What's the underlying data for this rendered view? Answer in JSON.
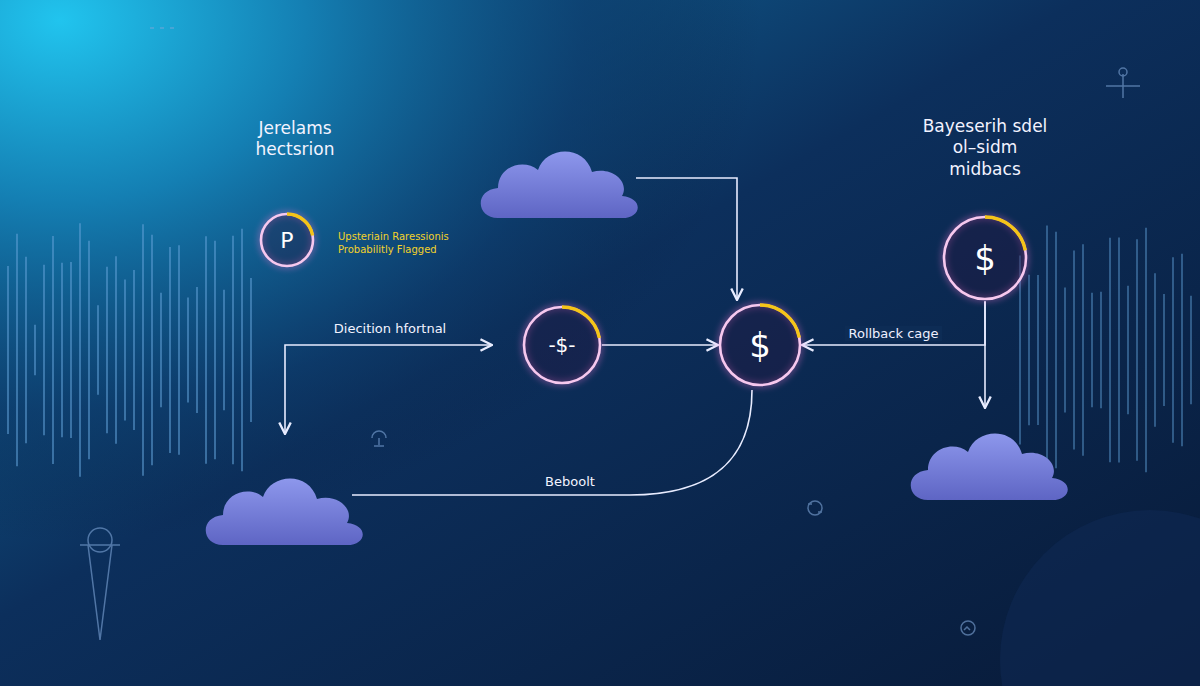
{
  "diagram": {
    "nodes": [
      {
        "text": [
          "P"
        ]
      },
      {
        "text": [
          "-$-"
        ]
      },
      {
        "text": [
          "$"
        ]
      },
      {
        "text": [
          "$"
        ]
      }
    ],
    "edges": [
      {
        "from": 1,
        "to": 2,
        "arrow": "to"
      },
      {
        "from": 3,
        "to": 2,
        "label": "Rollback cage",
        "arrow": "to"
      }
    ],
    "labels": [
      "Jerelams hectsrion",
      "Upsteriain Raressionis Probabilitly Flagged",
      "Bayeserih sdel ol–sidm midbacs",
      "Diecition hfortnal",
      "Beboolt"
    ]
  }
}
